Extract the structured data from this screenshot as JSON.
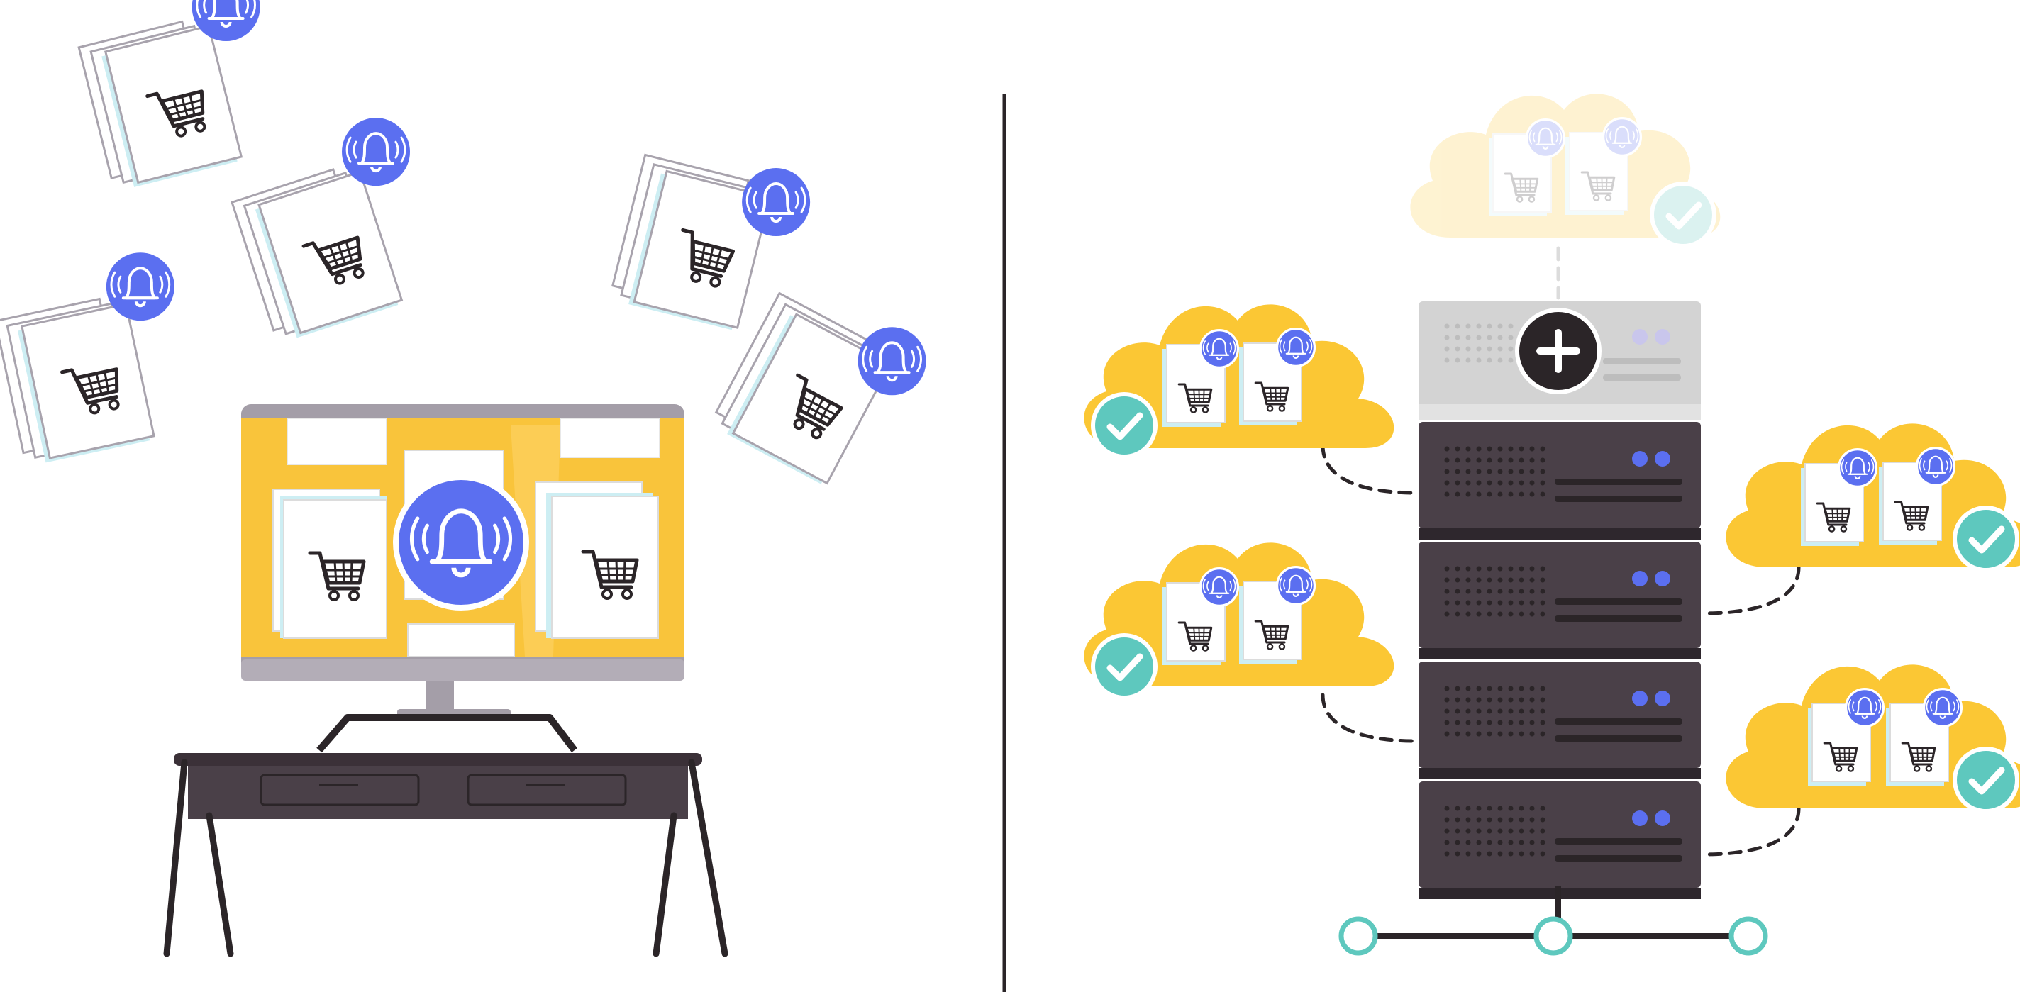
{
  "colors": {
    "background": "#ffffff",
    "notification_blue": "#5b6ff0",
    "monitor_yellow": "#f9c43b",
    "cloud_yellow": "#fbc734",
    "server_dark": "#4a4048",
    "server_gray": "#d3d3d3",
    "teal_check": "#5ec8be",
    "desk_dark": "#3b3138",
    "outline_dark": "#2b2528",
    "paper_shadow": "#cdeef3"
  },
  "icons": {
    "notification": "bell-icon",
    "cart": "shopping-cart-icon",
    "check": "check-icon",
    "add": "plus-icon"
  },
  "left_scene": {
    "flying_documents": 5,
    "monitor_screen_documents": 2
  },
  "right_scene": {
    "server_units": 4,
    "active_clouds": 4,
    "faded_cloud": 1,
    "network_nodes": 3
  }
}
